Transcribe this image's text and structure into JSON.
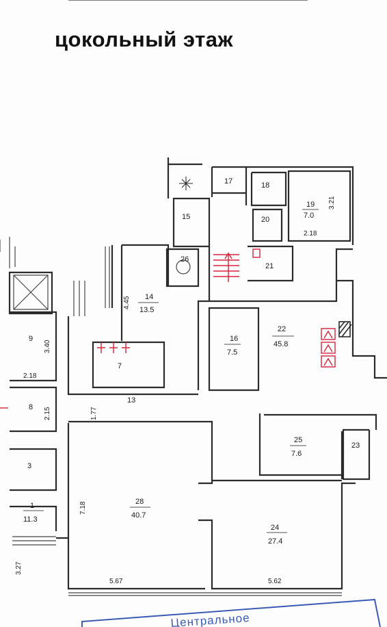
{
  "title": "цокольный этаж",
  "rooms": [
    {
      "id": "1",
      "area": "11.3"
    },
    {
      "id": "3",
      "area": ""
    },
    {
      "id": "7",
      "area": ""
    },
    {
      "id": "8",
      "area": ""
    },
    {
      "id": "9",
      "area": ""
    },
    {
      "id": "13",
      "area": ""
    },
    {
      "id": "14",
      "area": "13.5"
    },
    {
      "id": "15",
      "area": ""
    },
    {
      "id": "16",
      "area": "7.5"
    },
    {
      "id": "17",
      "area": ""
    },
    {
      "id": "18",
      "area": ""
    },
    {
      "id": "19",
      "area": "7.0"
    },
    {
      "id": "20",
      "area": ""
    },
    {
      "id": "21",
      "area": ""
    },
    {
      "id": "22",
      "area": "45.8"
    },
    {
      "id": "23",
      "area": ""
    },
    {
      "id": "24",
      "area": "27.4"
    },
    {
      "id": "25",
      "area": "7.6"
    },
    {
      "id": "26",
      "area": ""
    },
    {
      "id": "28",
      "area": "40.7"
    }
  ],
  "dimensions": [
    "3.21",
    "2.18",
    "4.45",
    "3.40",
    "2.18",
    "2.15",
    "1.77",
    "7.18",
    "3.27",
    "5.67",
    "5.62"
  ],
  "stamp": "Центральное",
  "colors": {
    "walls": "#2b2b2b",
    "utility_marks": "#d6223a",
    "stamp": "#3a5bb5"
  }
}
